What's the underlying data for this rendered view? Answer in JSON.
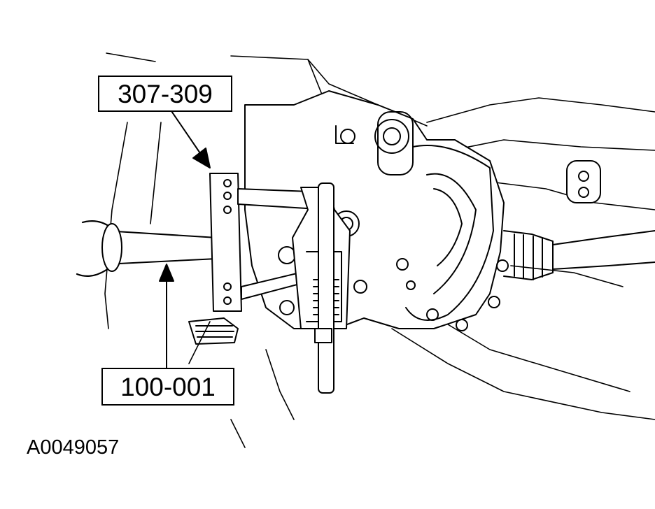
{
  "callouts": [
    {
      "id": "callout-a",
      "label": "307-309"
    },
    {
      "id": "callout-b",
      "label": "100-001"
    }
  ],
  "figure_id": "A0049057",
  "colors": {
    "line": "#000000",
    "background": "#ffffff"
  }
}
